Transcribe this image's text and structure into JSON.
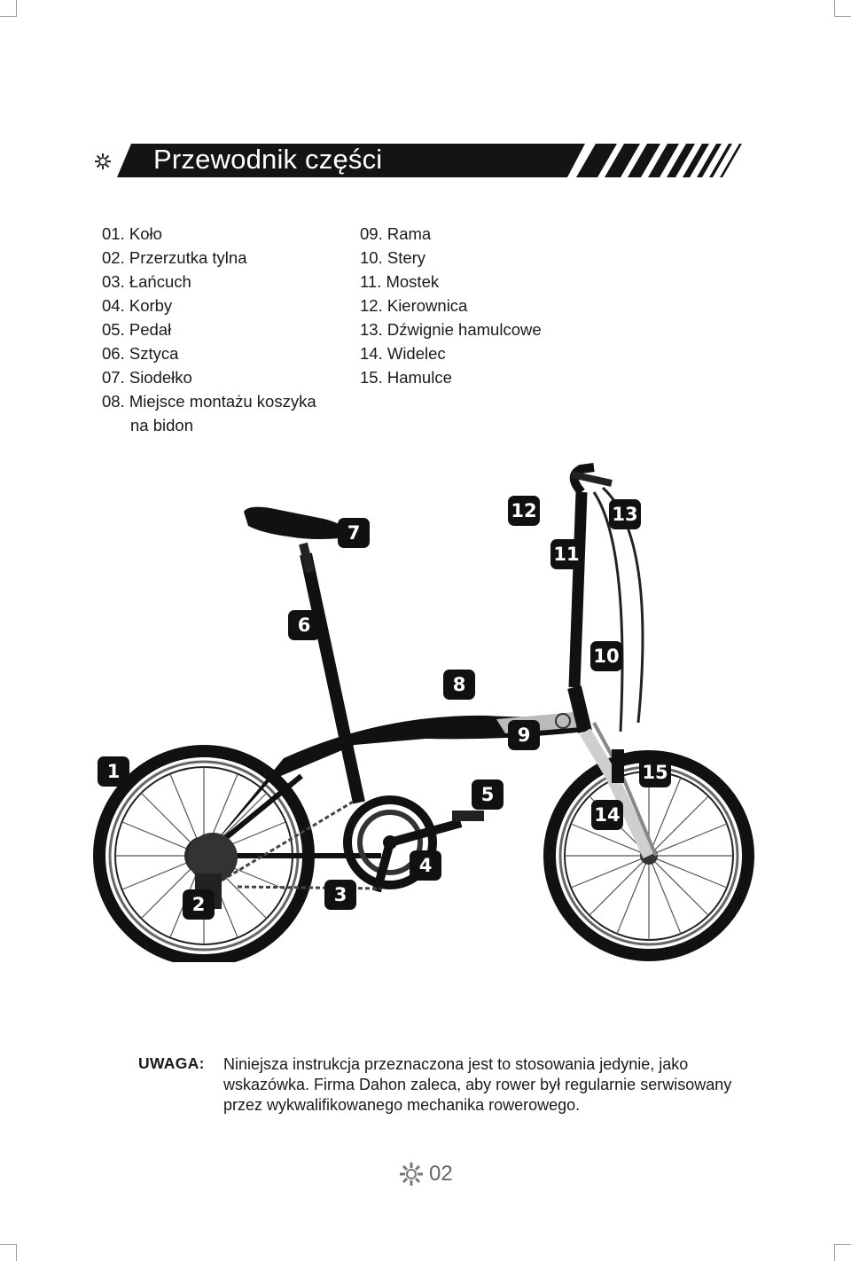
{
  "header": {
    "title": "Przewodnik części",
    "logo_icon": "dahon-sun-icon"
  },
  "parts_list": {
    "left": [
      "01. Koło",
      "02. Przerzutka tylna",
      "03. Łańcuch",
      "04. Korby",
      "05. Pedał",
      "06. Sztyca",
      "07. Siodełko",
      "08. Miejsce montażu koszyka"
    ],
    "left_continuation": "na bidon",
    "right": [
      "09. Rama",
      "10. Stery",
      "11. Mostek",
      "12. Kierownica",
      "13. Dźwignie hamulcowe",
      "14. Widelec",
      "15. Hamulce"
    ]
  },
  "diagram": {
    "callouts": [
      "1",
      "2",
      "3",
      "4",
      "5",
      "6",
      "7",
      "8",
      "9",
      "10",
      "11",
      "12",
      "13",
      "14",
      "15"
    ]
  },
  "note": {
    "label": "UWAGA:",
    "text": "Niniejsza instrukcja przeznaczona jest to stosowania jedynie, jako wskazówka. Firma Dahon zaleca, aby rower był regularnie serwisowany przez wykwalifikowanego mechanika rowerowego."
  },
  "footer": {
    "page_number": "02",
    "icon": "dahon-sun-icon"
  }
}
